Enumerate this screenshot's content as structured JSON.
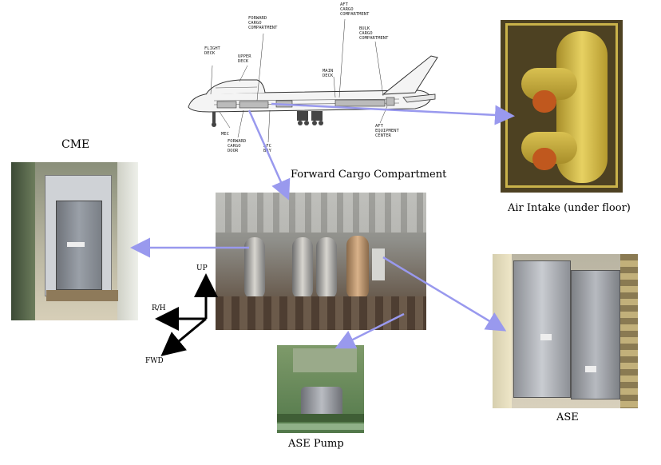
{
  "aircraft_labels": {
    "flight_deck": "FLIGHT\nDECK",
    "upper_deck": "UPPER\nDECK",
    "forward_cargo_compartment": "FORWARD\nCARGO\nCOMPARTMENT",
    "aft_cargo_compartment": "AFT\nCARGO\nCOMPARTMENT",
    "bulk_cargo_compartment": "BULK\nCARGO\nCOMPARTMENT",
    "main_deck": "MAIN\nDECK",
    "mec": "MEC",
    "forward_cargo_door": "FORWARD\nCARGO\nDOOR",
    "aft_equipment_center": "AFT\nEQUIPMENT\nCENTER",
    "afc_bay": "AFC\nBAY"
  },
  "captions": {
    "cme": "CME",
    "forward_cargo": "Forward Cargo Compartment",
    "air_intake": "Air Intake (under floor)",
    "ase": "ASE",
    "ase_pump": "ASE Pump"
  },
  "axes": {
    "up": "UP",
    "rh": "R/H",
    "fwd": "FWD"
  },
  "colors": {
    "arrow": "#9999ee",
    "axis": "#000000"
  }
}
